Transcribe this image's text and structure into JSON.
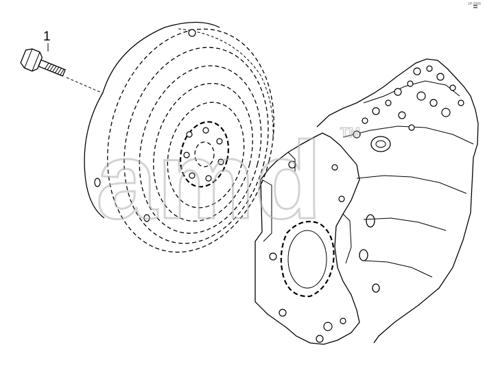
{
  "callouts": [
    {
      "label": "1"
    }
  ],
  "corner_code": "1P-2006",
  "watermark": {
    "text": "amd",
    "trademark": "TM",
    "color": "#c8c8c8"
  },
  "line_color": "#000000",
  "background": "#ffffff"
}
